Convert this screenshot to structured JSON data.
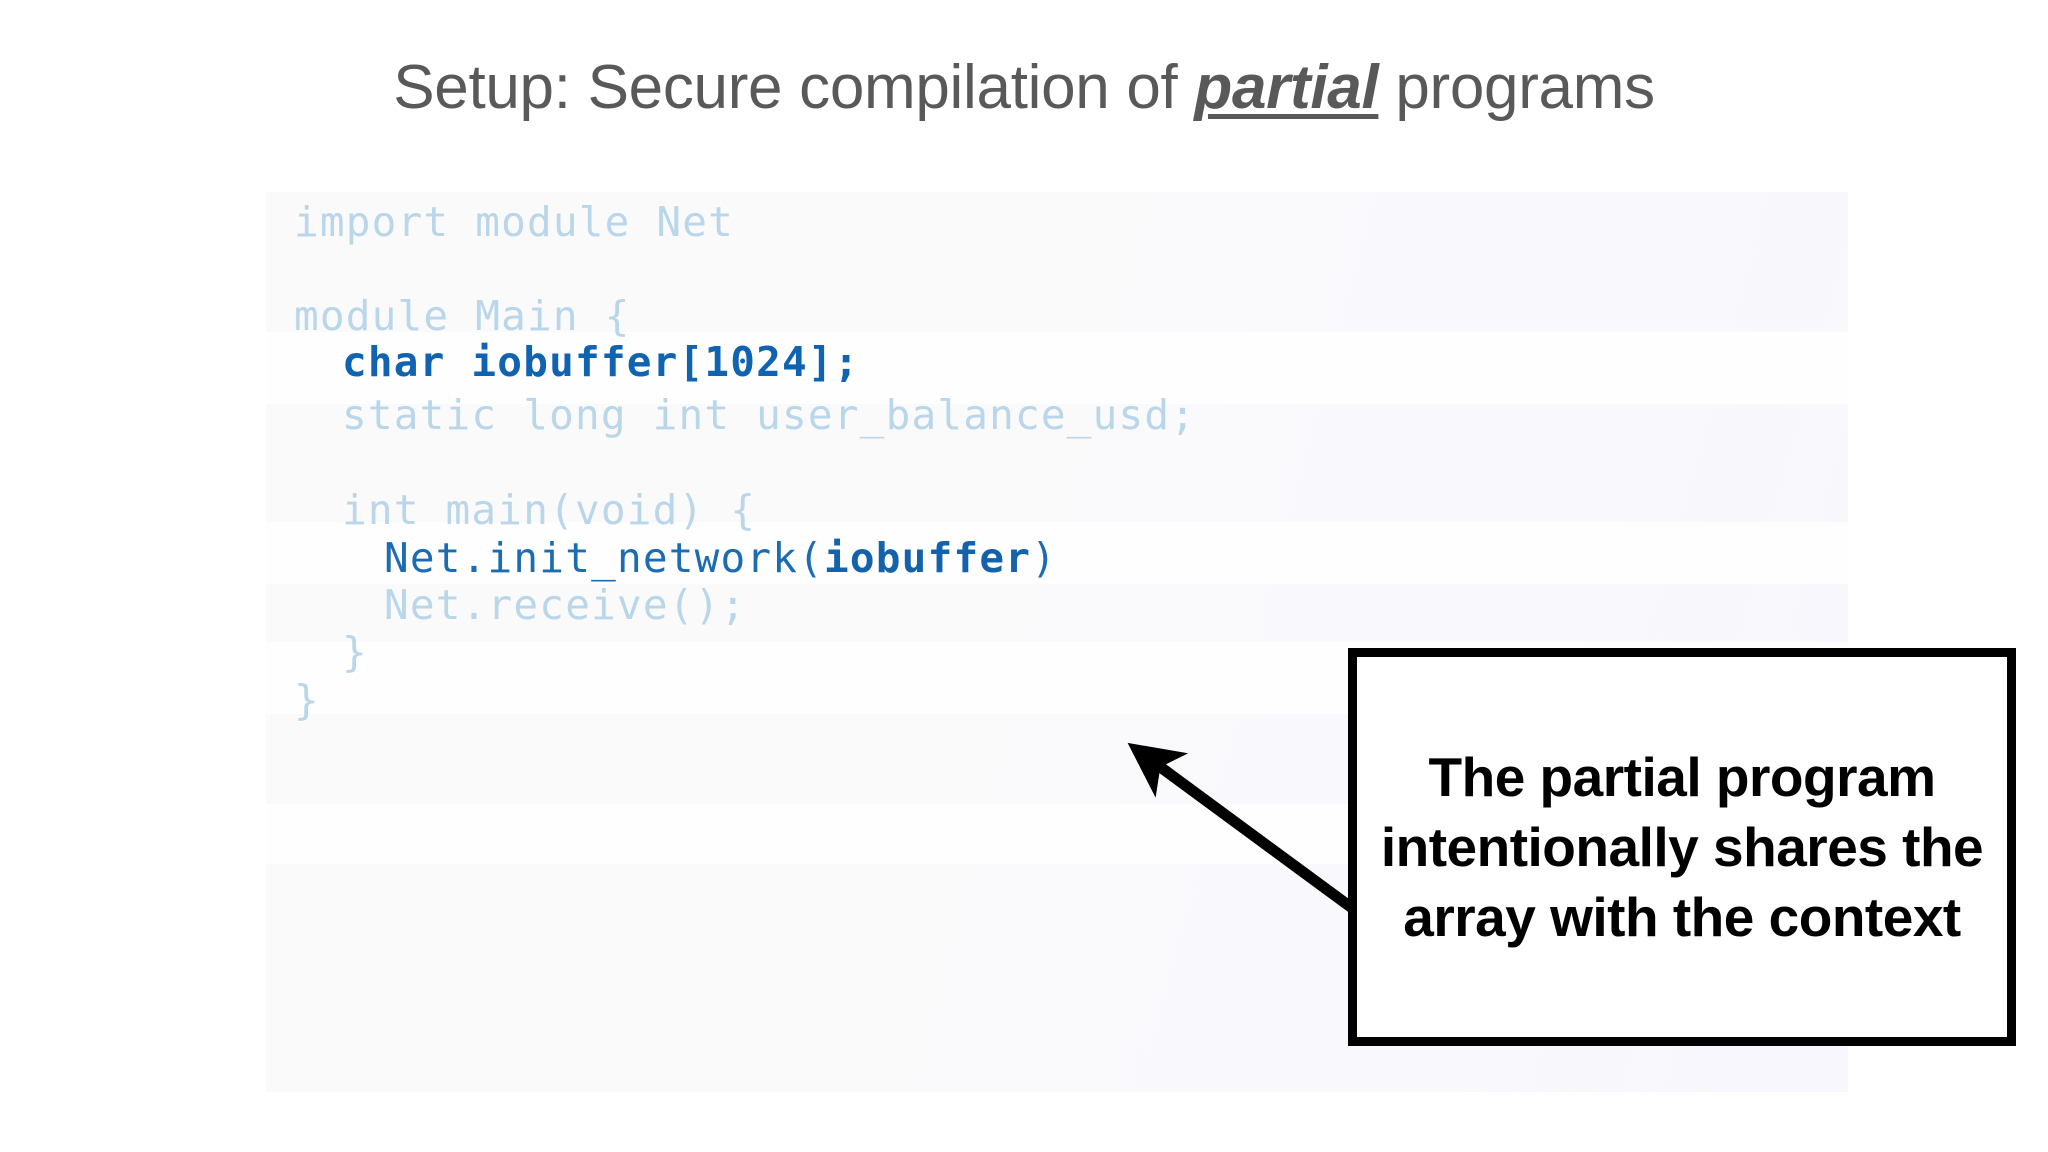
{
  "slide": {
    "title_prefix": "Setup: Secure compilation of ",
    "title_emphasis": "partial",
    "title_suffix": " programs",
    "title_color": "#595959",
    "background": "#ffffff"
  },
  "code_panel": {
    "background_start": "#fafafa",
    "background_end": "#f8f7fd",
    "dim_color": "#b9d6ea",
    "mid_color": "#1b6cb3",
    "strong_color": "#0f63b0",
    "language": "C-like module language",
    "lines": [
      {
        "id": "line-import",
        "text": "import module Net",
        "indent": 0,
        "style": "dim"
      },
      {
        "id": "line-blank-1",
        "text": "",
        "indent": 0,
        "style": "dim"
      },
      {
        "id": "line-module-main",
        "text": "module Main {",
        "indent": 0,
        "style": "dim"
      },
      {
        "id": "line-char-iobuffer",
        "text": "char iobuffer[1024];",
        "indent": 1,
        "style": "strong"
      },
      {
        "id": "line-static-long",
        "text": "static long int user_balance_usd;",
        "indent": 1,
        "style": "dim"
      },
      {
        "id": "line-blank-2",
        "text": "",
        "indent": 1,
        "style": "dim"
      },
      {
        "id": "line-int-main",
        "text": "int main(void) {",
        "indent": 1,
        "style": "dim"
      },
      {
        "id": "line-init-network",
        "text": "Net.init_network(iobuffer)",
        "indent": 2,
        "style": "mid-strong"
      },
      {
        "id": "line-receive",
        "text": "Net.receive();",
        "indent": 2,
        "style": "dim"
      },
      {
        "id": "line-close-inner",
        "text": "}",
        "indent": 1,
        "style": "dim"
      },
      {
        "id": "line-close-outer",
        "text": "}",
        "indent": 0,
        "style": "dim"
      }
    ],
    "init_network_parts": {
      "prefix": "Net.init_network(",
      "argument": "iobuffer",
      "suffix": ")"
    }
  },
  "callout": {
    "text": "The partial program intentionally shares the array with the context",
    "border_color": "#000000",
    "background": "#ffffff",
    "text_color": "#000000"
  },
  "arrow": {
    "label": "callout-pointer-arrow",
    "color": "#000000",
    "points_to": "iobuffer argument in Net.init_network call"
  }
}
